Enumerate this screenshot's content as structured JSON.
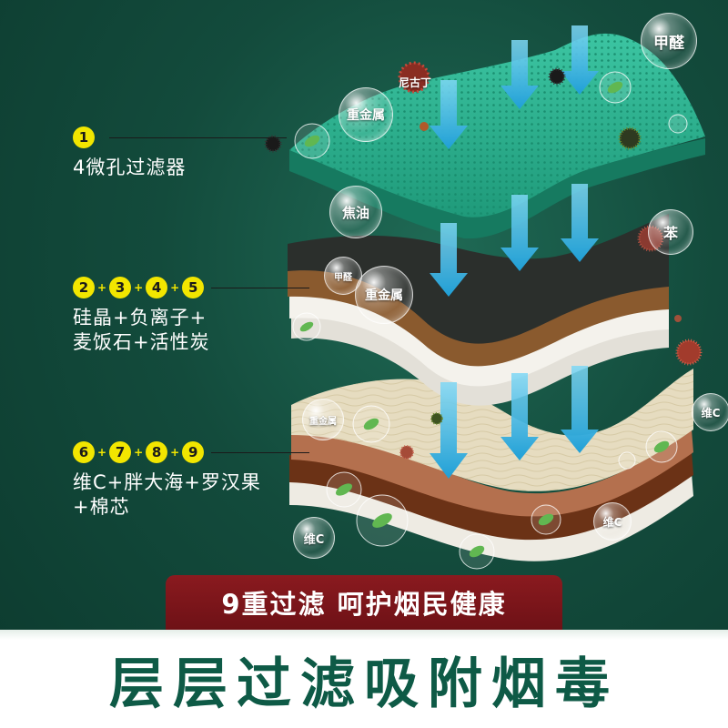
{
  "annotations": [
    {
      "numbers": [
        "1"
      ],
      "text_lines": [
        "4微孔过滤器"
      ]
    },
    {
      "numbers": [
        "2",
        "3",
        "4",
        "5"
      ],
      "text_lines": [
        "硅晶+负离子+",
        "麦饭石+活性炭"
      ]
    },
    {
      "numbers": [
        "6",
        "7",
        "8",
        "9"
      ],
      "text_lines": [
        "维C+胖大海+罗汉果",
        "+棉芯"
      ]
    }
  ],
  "bubbles": {
    "jiaquan_top": "甲醛",
    "nicotine": "尼古丁",
    "heavy_metal_1": "重金属",
    "tar": "焦油",
    "benzene": "苯",
    "jiaquan_small": "甲醛",
    "heavy_metal_2": "重金属",
    "heavy_metal_3": "重金属",
    "vitc_1": "维C",
    "vitc_2": "维C",
    "vitc_3": "维C"
  },
  "banner_red": "9重过滤 呵护烟民健康",
  "banner_main": "层层过滤吸附烟毒",
  "colors": {
    "background": "#134b3c",
    "layer_teal": "#2bb08f",
    "layer_dark": "#2b2f2c",
    "layer_brown": "#8a5a2e",
    "layer_white": "#f2f0ea",
    "layer_cream": "#e6dcc0",
    "layer_copper": "#b4704e",
    "layer_chocolate": "#6b3216",
    "arrow_blue": "#2aa8da",
    "badge_yellow": "#f2e600",
    "banner_red": "#7d161b",
    "text_green": "#0e5a46"
  }
}
